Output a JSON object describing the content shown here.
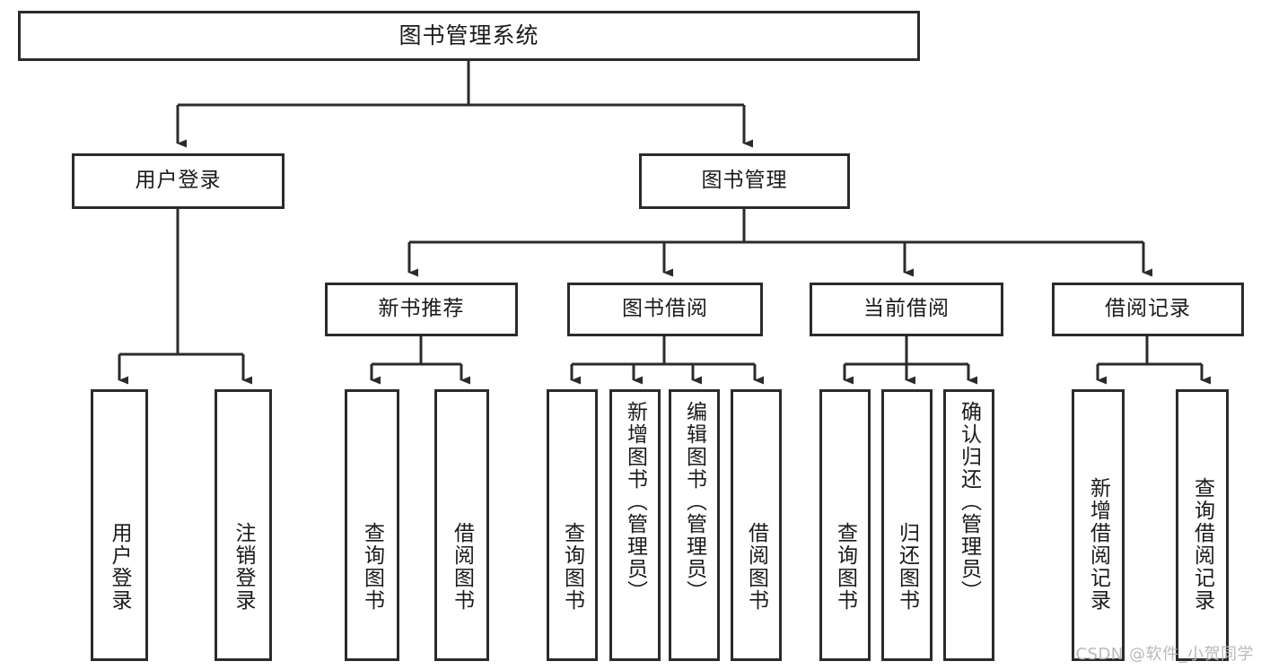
{
  "diagram": {
    "title": "图书管理系统",
    "type": "tree",
    "watermark": "CSDN @软件_小贺同学",
    "colors": {
      "border": "#2b2b2b",
      "background": "#ffffff",
      "text": "#1a1a1a",
      "watermark": "#b9b9b9"
    },
    "nodes": {
      "root": {
        "label": "图书管理系统"
      },
      "level2": [
        {
          "label": "用户登录"
        },
        {
          "label": "图书管理"
        }
      ],
      "level3": [
        {
          "label": "新书推荐"
        },
        {
          "label": "图书借阅"
        },
        {
          "label": "当前借阅"
        },
        {
          "label": "借阅记录"
        }
      ],
      "leaves": {
        "user_login": [
          {
            "label": "用户登录"
          },
          {
            "label": "注销登录"
          }
        ],
        "new_book": [
          {
            "label": "查询图书"
          },
          {
            "label": "借阅图书"
          }
        ],
        "borrow": [
          {
            "label": "查询图书"
          },
          {
            "label": "新增图书（管理员）"
          },
          {
            "label": "编辑图书（管理员）"
          },
          {
            "label": "借阅图书"
          }
        ],
        "current": [
          {
            "label": "查询图书"
          },
          {
            "label": "归还图书"
          },
          {
            "label": "确认归还（管理员）"
          }
        ],
        "records": [
          {
            "label": "新增借阅记录"
          },
          {
            "label": "查询借阅记录"
          }
        ]
      }
    }
  }
}
